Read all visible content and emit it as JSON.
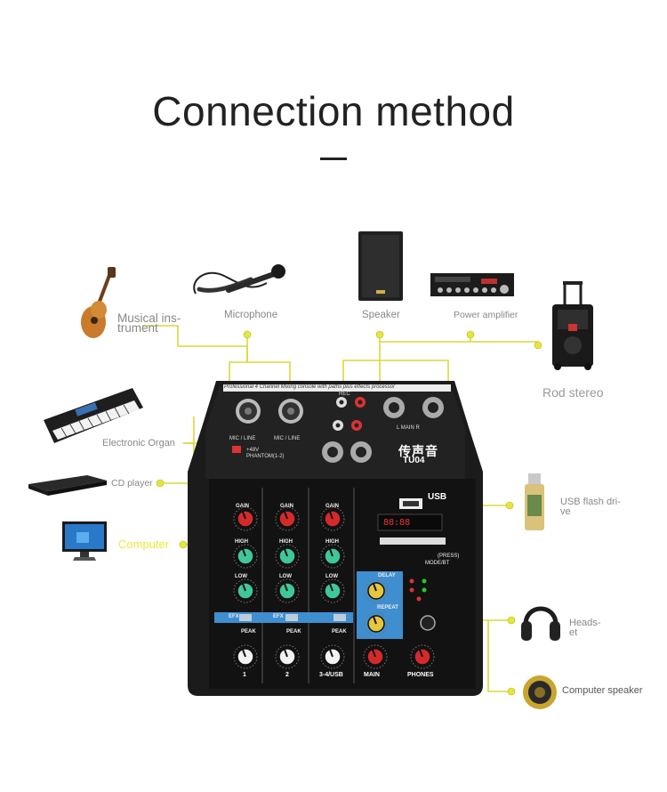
{
  "title": "Connection method",
  "labels": {
    "guitar": "Musical ins-\ntrument",
    "microphone": "Microphone",
    "speaker": "Speaker",
    "amplifier": "Power amplifier",
    "rod_stereo": "Rod stereo",
    "organ": "Electronic Organ",
    "cd": "CD player",
    "computer": "Computer",
    "usb": "USB flash dri-\nve",
    "headset": "Heads-\net",
    "computer_speaker": "Computer speaker"
  },
  "mixer": {
    "header": "Professional 4 Channel Mixing console with paths plus effects processor",
    "brand": "传声音",
    "model": "TU04",
    "rec": "REC",
    "main": "L   MAIN   R",
    "mic_line": "MIC / LINE",
    "phantom": "+48V\nPHANTOM(1-2)",
    "usb": "USB",
    "ch_labels": [
      "1",
      "2",
      "3-4/USB",
      "MAIN",
      "PHONES"
    ],
    "gain": "GAIN",
    "high": "HIGH",
    "low": "LOW",
    "efx": "EFX",
    "peak": "PEAK",
    "delay": "DELAY",
    "repeat": "REPEAT",
    "mode": "MODE/BT",
    "press": "(PRESS)",
    "display": "88:88"
  },
  "colors": {
    "wire": "#d9d93a",
    "mixer_body": "#1b1b1b",
    "knob_red": "#d52a2a",
    "knob_green": "#3fc79a",
    "knob_yellow": "#e8c53a",
    "panel_blue": "#3e8ed0"
  }
}
